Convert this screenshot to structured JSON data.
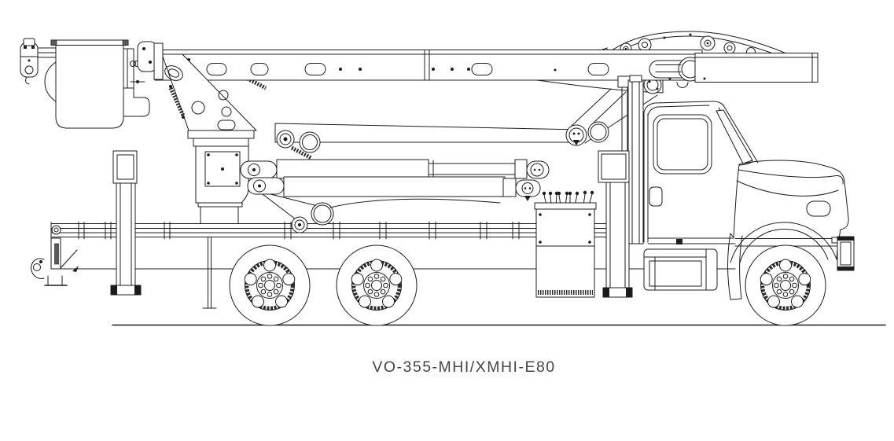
{
  "figure": {
    "label": "VO-355-MHI/XMHI-E80"
  },
  "colors": {
    "line": "#1c1c1c",
    "background": "#ffffff",
    "label_text": "#454545"
  },
  "parts": [
    "bucket-platform",
    "platform-winch",
    "boom-tip-linkage",
    "upper-boom",
    "boom-pivot-plate",
    "lower-boom",
    "lift-cylinders",
    "elbow-sheaves",
    "rotation-pedestal",
    "flatbed-deck",
    "rear-outrigger",
    "front-outrigger",
    "control-station",
    "boom-rest-post",
    "truck-cab",
    "hood",
    "front-bumper",
    "fuel-tank",
    "wheels",
    "ground-line"
  ]
}
